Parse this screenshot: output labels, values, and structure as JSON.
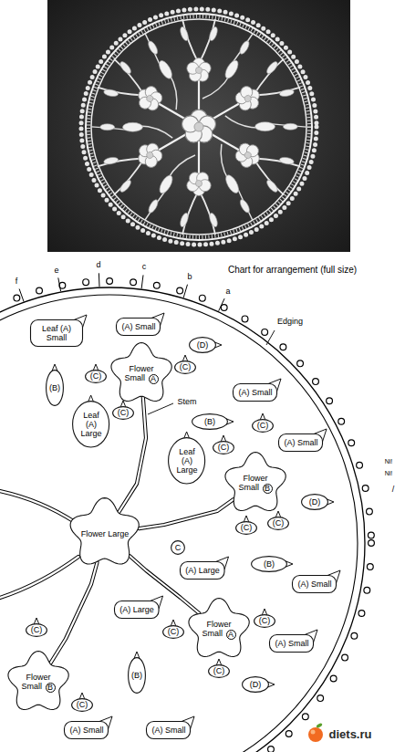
{
  "diagram": {
    "title": "Chart for arrangement (full size)",
    "nodes": [
      {
        "text": [
          "Leaf (A) Small"
        ]
      },
      {
        "text": [
          "(A) Small"
        ]
      },
      {
        "text": [
          "(D)"
        ]
      },
      {
        "text": [
          "(B)"
        ]
      },
      {
        "text": [
          "(C)"
        ]
      },
      {
        "text": [
          "Flower Small",
          "A"
        ]
      },
      {
        "text": [
          "(C)"
        ]
      },
      {
        "text": [
          "(A) Small"
        ]
      },
      {
        "text": [
          "(C)"
        ]
      },
      {
        "text": [
          "Leaf (A) Large"
        ]
      },
      {
        "text": [
          "(B)"
        ]
      },
      {
        "text": [
          "(C)"
        ]
      },
      {
        "text": [
          "(A) Small"
        ]
      },
      {
        "text": [
          "(C)"
        ]
      },
      {
        "text": [
          "Leaf (A) Large"
        ]
      },
      {
        "text": [
          "Flower Small",
          "B"
        ]
      },
      {
        "text": [
          "(D)"
        ]
      },
      {
        "text": [
          "(C)"
        ]
      },
      {
        "text": [
          "(C)"
        ]
      },
      {
        "text": [
          "Flower Large"
        ]
      },
      {
        "text": [
          "C"
        ]
      },
      {
        "text": [
          "(A) Large"
        ]
      },
      {
        "text": [
          "(B)"
        ]
      },
      {
        "text": [
          "(A) Small"
        ]
      },
      {
        "text": [
          "(A) Large"
        ]
      },
      {
        "text": [
          "(C)"
        ]
      },
      {
        "text": [
          "(C)"
        ]
      },
      {
        "text": [
          "Flower Small",
          "A"
        ]
      },
      {
        "text": [
          "(C)"
        ]
      },
      {
        "text": [
          "(A) Small"
        ]
      },
      {
        "text": [
          "(C)"
        ]
      },
      {
        "text": [
          "(B)"
        ]
      },
      {
        "text": [
          "Flower Small",
          "B"
        ]
      },
      {
        "text": [
          "(D)"
        ]
      },
      {
        "text": [
          "(C)"
        ]
      },
      {
        "text": [
          "(A) Small"
        ]
      },
      {
        "text": [
          "(A) Small"
        ]
      }
    ],
    "edges": [
      {
        "from": 19,
        "to": 5,
        "arrow": "none"
      },
      {
        "from": 19,
        "to": 15,
        "arrow": "none"
      },
      {
        "from": 19,
        "to": 27,
        "arrow": "none"
      },
      {
        "from": 19,
        "to": 32,
        "arrow": "none"
      }
    ],
    "labels": [
      "f",
      "e",
      "d",
      "c",
      "b",
      "a",
      "Edging",
      "Stem",
      "Ni!",
      "Ni!",
      "/",
      "diets.ru"
    ]
  }
}
